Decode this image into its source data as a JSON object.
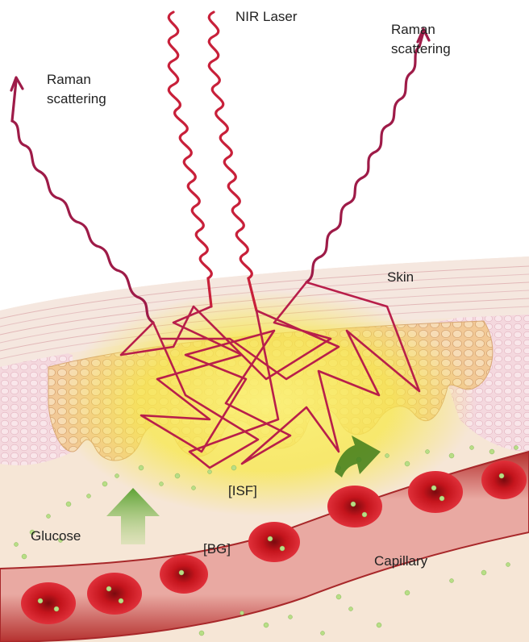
{
  "labels": {
    "nir_laser": "NIR Laser",
    "raman_left_1": "Raman",
    "raman_left_2": "scattering",
    "raman_right_1": "Raman",
    "raman_right_2": "scattering",
    "skin": "Skin",
    "isf": "[ISF]",
    "bg": "[BG]",
    "glucose": "Glucose",
    "capillary": "Capillary"
  },
  "colors": {
    "laser": "#c8203a",
    "scatter": "#9e1b48",
    "isf_glow": "#f7e84a",
    "blood": "#c4141c",
    "vessel": "#e7b2ab",
    "glucose_dot": "#b8de86",
    "arrow": "#6cae2e",
    "skin_top": "#f2e4da",
    "epidermis": "#f0c9a0",
    "tissue_pink": "#f3d7df"
  }
}
